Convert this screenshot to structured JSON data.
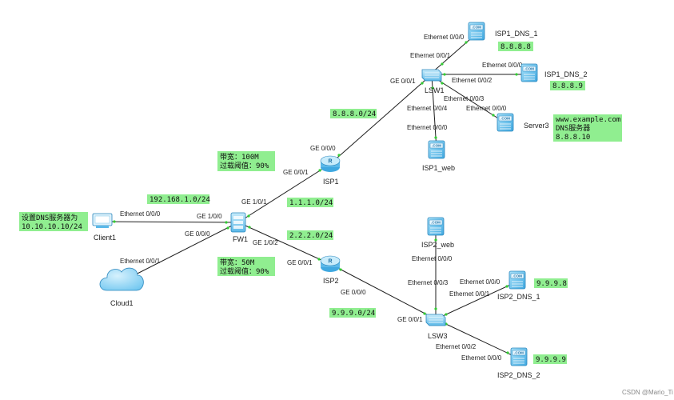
{
  "devices": {
    "isp1": "ISP1",
    "isp2": "ISP2",
    "fw1": "FW1",
    "client1": "Client1",
    "cloud1": "Cloud1",
    "lsw1": "LSW1",
    "lsw3": "LSW3",
    "isp1_dns_1": "ISP1_DNS_1",
    "isp1_dns_2": "ISP1_DNS_2",
    "isp1_web": "ISP1_web",
    "server3": "Server3",
    "isp2_web": "ISP2_web",
    "isp2_dns_1": "ISP2_DNS_1",
    "isp2_dns_2": "ISP2_DNS_2"
  },
  "ports": {
    "lsw1_dns1_a": "Ethernet 0/0/0",
    "lsw1_dns1_b": "Ethernet 0/0/1",
    "lsw1_dns2_a": "Ethernet 0/0/0",
    "lsw1_dns2_b": "Ethernet 0/0/2",
    "lsw1_isp1": "GE 0/0/1",
    "lsw1_server3_a": "Ethernet 0/0/3",
    "lsw1_server3_b": "Ethernet 0/0/0",
    "lsw1_web_a": "Ethernet 0/0/4",
    "lsw1_web_b": "Ethernet 0/0/0",
    "isp1_up": "GE 0/0/0",
    "isp1_down": "GE 0/0/1",
    "fw1_isp1": "GE 1/0/1",
    "fw1_client": "GE 1/0/0",
    "client_port": "Ethernet 0/0/0",
    "fw1_cloud": "GE 0/0/0",
    "cloud_port": "Ethernet 0/0/1",
    "fw1_isp2": "GE 1/0/2",
    "isp2_up": "GE 0/0/1",
    "isp2_down": "GE 0/0/0",
    "lsw3_isp2": "GE 0/0/1",
    "isp2web_a": "Ethernet 0/0/0",
    "isp2web_b": "Ethernet 0/0/3",
    "lsw3_dns1_a": "Ethernet 0/0/0",
    "lsw3_dns1_b": "Ethernet 0/0/1",
    "lsw3_dns2_a": "Ethernet 0/0/2",
    "lsw3_dns2_b": "Ethernet 0/0/0"
  },
  "notes": {
    "ip_isp1_dns_1": "8.8.8.8",
    "ip_isp1_dns_2": "8.8.8.9",
    "server3_line1": "www.example.com",
    "server3_line2": "DNS服务器",
    "server3_line3": "8.8.8.10",
    "net_isp1_lsw1": "8.8.8.0/24",
    "bw1_line1": "带宽：100M",
    "bw1_line2": "过载阈值：90%",
    "net_lan": "192.168.1.0/24",
    "net_fw_isp1": "1.1.1.0/24",
    "dns_setting_line1": "设置DNS服务器为",
    "dns_setting_line2": "10.10.10.10/24",
    "net_fw_isp2": "2.2.2.0/24",
    "bw2_line1": "带宽：50M",
    "bw2_line2": "过载阈值：90%",
    "net_isp2_lsw3": "9.9.9.0/24",
    "ip_isp2_dns_1": "9.9.9.8",
    "ip_isp2_dns_2": "9.9.9.9"
  },
  "watermark": "CSDN @Mario_Ti",
  "colors": {
    "note_bg": "#90ee90",
    "link": "#1e1e1e",
    "port_dot": "#33cc33",
    "device_blue": "#6ec6f0"
  },
  "icons": {
    "server": "server-icon",
    "switch": "switch-icon",
    "router": "router-icon",
    "firewall": "firewall-icon",
    "pc": "pc-icon",
    "cloud": "cloud-icon"
  }
}
